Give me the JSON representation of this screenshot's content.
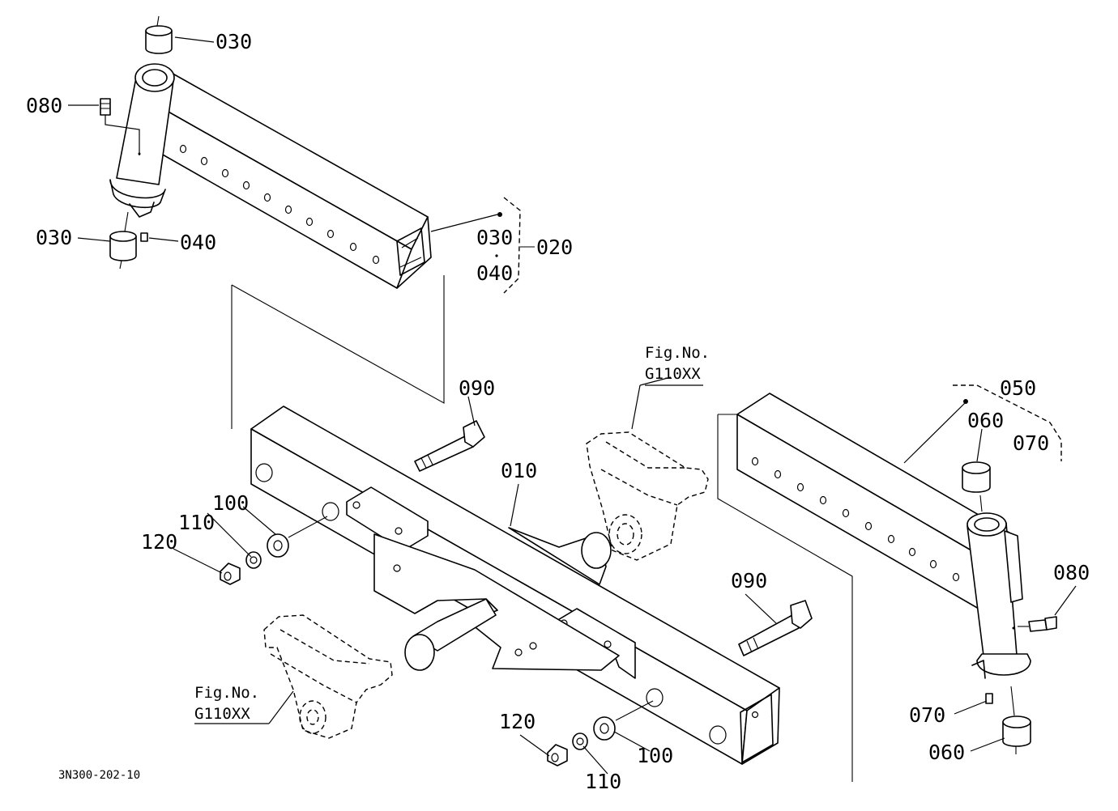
{
  "diagram": {
    "drawing_code": "3N300-202-10",
    "labels": {
      "p010": "010",
      "p020": "020",
      "p030_top": "030",
      "p030_left": "030",
      "p030_bracket": "030",
      "p040_left": "040",
      "p040_bracket": "040",
      "p050": "050",
      "p060_top": "060",
      "p060_bottom": "060",
      "p070_bracket": "070",
      "p070_bottom": "070",
      "p080_left": "080",
      "p080_right": "080",
      "p090_top": "090",
      "p090_right": "090",
      "p100_left": "100",
      "p100_bottom": "100",
      "p110_left": "110",
      "p110_bottom": "110",
      "p120_left": "120",
      "p120_bottom": "120"
    },
    "fig_refs": {
      "upper_title": "Fig.No.",
      "upper_code": "G110XX",
      "lower_title": "Fig.No.",
      "lower_code": "G110XX"
    }
  }
}
